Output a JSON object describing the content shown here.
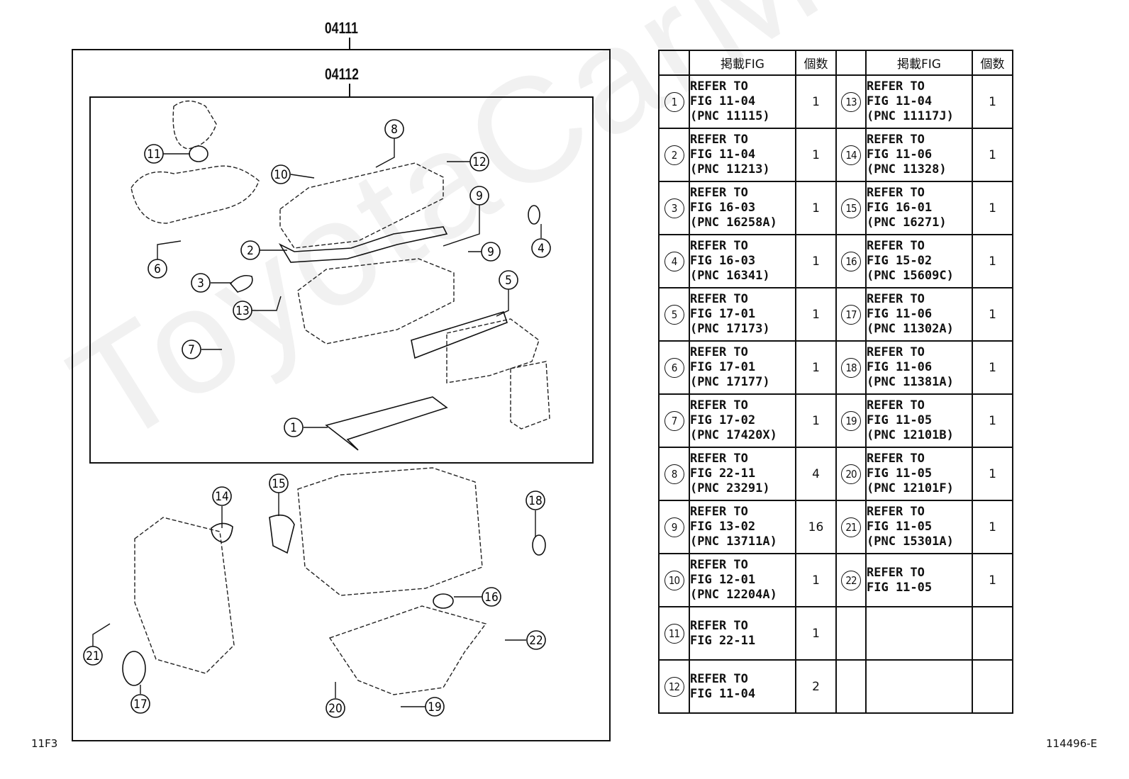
{
  "watermark": "ToyotaCarMenu",
  "diagram": {
    "assembly_code_outer": "04111",
    "assembly_code_inner": "04112",
    "callouts": [
      {
        "n": "11",
        "label": "11"
      },
      {
        "n": "10",
        "label": "10"
      },
      {
        "n": "8",
        "label": "8"
      },
      {
        "n": "12",
        "label": "12"
      },
      {
        "n": "9a",
        "label": "9"
      },
      {
        "n": "9b",
        "label": "9"
      },
      {
        "n": "4",
        "label": "4"
      },
      {
        "n": "2",
        "label": "2"
      },
      {
        "n": "6",
        "label": "6"
      },
      {
        "n": "3",
        "label": "3"
      },
      {
        "n": "13",
        "label": "13"
      },
      {
        "n": "5",
        "label": "5"
      },
      {
        "n": "7",
        "label": "7"
      },
      {
        "n": "1",
        "label": "1"
      },
      {
        "n": "14",
        "label": "14"
      },
      {
        "n": "15",
        "label": "15"
      },
      {
        "n": "18",
        "label": "18"
      },
      {
        "n": "16",
        "label": "16"
      },
      {
        "n": "22",
        "label": "22"
      },
      {
        "n": "21",
        "label": "21"
      },
      {
        "n": "17",
        "label": "17"
      },
      {
        "n": "20",
        "label": "20"
      },
      {
        "n": "19",
        "label": "19"
      }
    ]
  },
  "table": {
    "headers": {
      "fig": "掲載FIG",
      "qty": "個数"
    },
    "left": [
      {
        "no": "1",
        "lines": [
          "REFER TO",
          "FIG 11-04",
          "(PNC 11115)"
        ],
        "qty": "1"
      },
      {
        "no": "2",
        "lines": [
          "REFER TO",
          "FIG 11-04",
          "(PNC 11213)"
        ],
        "qty": "1"
      },
      {
        "no": "3",
        "lines": [
          "REFER TO",
          "FIG 16-03",
          "(PNC 16258A)"
        ],
        "qty": "1"
      },
      {
        "no": "4",
        "lines": [
          "REFER TO",
          "FIG 16-03",
          "(PNC 16341)"
        ],
        "qty": "1"
      },
      {
        "no": "5",
        "lines": [
          "REFER TO",
          "FIG 17-01",
          "(PNC 17173)"
        ],
        "qty": "1"
      },
      {
        "no": "6",
        "lines": [
          "REFER TO",
          "FIG 17-01",
          "(PNC 17177)"
        ],
        "qty": "1"
      },
      {
        "no": "7",
        "lines": [
          "REFER TO",
          "FIG 17-02",
          "(PNC 17420X)"
        ],
        "qty": "1"
      },
      {
        "no": "8",
        "lines": [
          "REFER TO",
          "FIG 22-11",
          "(PNC 23291)"
        ],
        "qty": "4"
      },
      {
        "no": "9",
        "lines": [
          "REFER TO",
          "FIG 13-02",
          "(PNC 13711A)"
        ],
        "qty": "16"
      },
      {
        "no": "10",
        "lines": [
          "REFER TO",
          "FIG 12-01",
          "(PNC 12204A)"
        ],
        "qty": "1"
      },
      {
        "no": "11",
        "lines": [
          "REFER TO",
          "FIG 22-11"
        ],
        "qty": "1"
      },
      {
        "no": "12",
        "lines": [
          "REFER TO",
          "FIG 11-04"
        ],
        "qty": "2"
      }
    ],
    "right": [
      {
        "no": "13",
        "lines": [
          "REFER TO",
          "FIG 11-04",
          "(PNC 11117J)"
        ],
        "qty": "1"
      },
      {
        "no": "14",
        "lines": [
          "REFER TO",
          "FIG 11-06",
          "(PNC 11328)"
        ],
        "qty": "1"
      },
      {
        "no": "15",
        "lines": [
          "REFER TO",
          "FIG 16-01",
          "(PNC 16271)"
        ],
        "qty": "1"
      },
      {
        "no": "16",
        "lines": [
          "REFER TO",
          "FIG 15-02",
          "(PNC 15609C)"
        ],
        "qty": "1"
      },
      {
        "no": "17",
        "lines": [
          "REFER TO",
          "FIG 11-06",
          "(PNC 11302A)"
        ],
        "qty": "1"
      },
      {
        "no": "18",
        "lines": [
          "REFER TO",
          "FIG 11-06",
          "(PNC 11381A)"
        ],
        "qty": "1"
      },
      {
        "no": "19",
        "lines": [
          "REFER TO",
          "FIG 11-05",
          "(PNC 12101B)"
        ],
        "qty": "1"
      },
      {
        "no": "20",
        "lines": [
          "REFER TO",
          "FIG 11-05",
          "(PNC 12101F)"
        ],
        "qty": "1"
      },
      {
        "no": "21",
        "lines": [
          "REFER TO",
          "FIG 11-05",
          "(PNC 15301A)"
        ],
        "qty": "1"
      },
      {
        "no": "22",
        "lines": [
          "REFER TO",
          "FIG 11-05"
        ],
        "qty": "1"
      },
      {
        "no": "",
        "lines": [],
        "qty": ""
      },
      {
        "no": "",
        "lines": [],
        "qty": ""
      }
    ]
  },
  "footer": {
    "page_code": "11F3",
    "illustration_id": "114496-E"
  }
}
